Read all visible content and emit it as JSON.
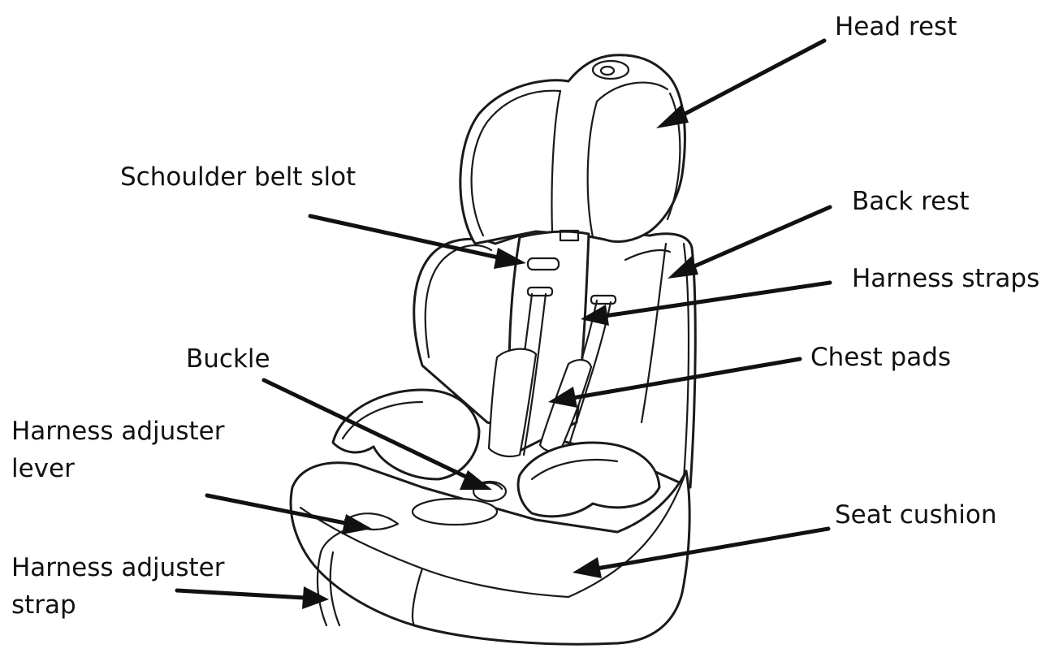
{
  "labels": {
    "head_rest": "Head rest",
    "shoulder_belt_slot": "Schoulder belt slot",
    "back_rest": "Back rest",
    "harness_straps": "Harness straps",
    "chest_pads": "Chest pads",
    "buckle": "Buckle",
    "harness_adjuster_lever_line1": "Harness adjuster",
    "harness_adjuster_lever_line2": "lever",
    "seat_cushion": "Seat cushion",
    "harness_adjuster_strap_line1": "Harness adjuster",
    "harness_adjuster_strap_line2": "strap"
  }
}
